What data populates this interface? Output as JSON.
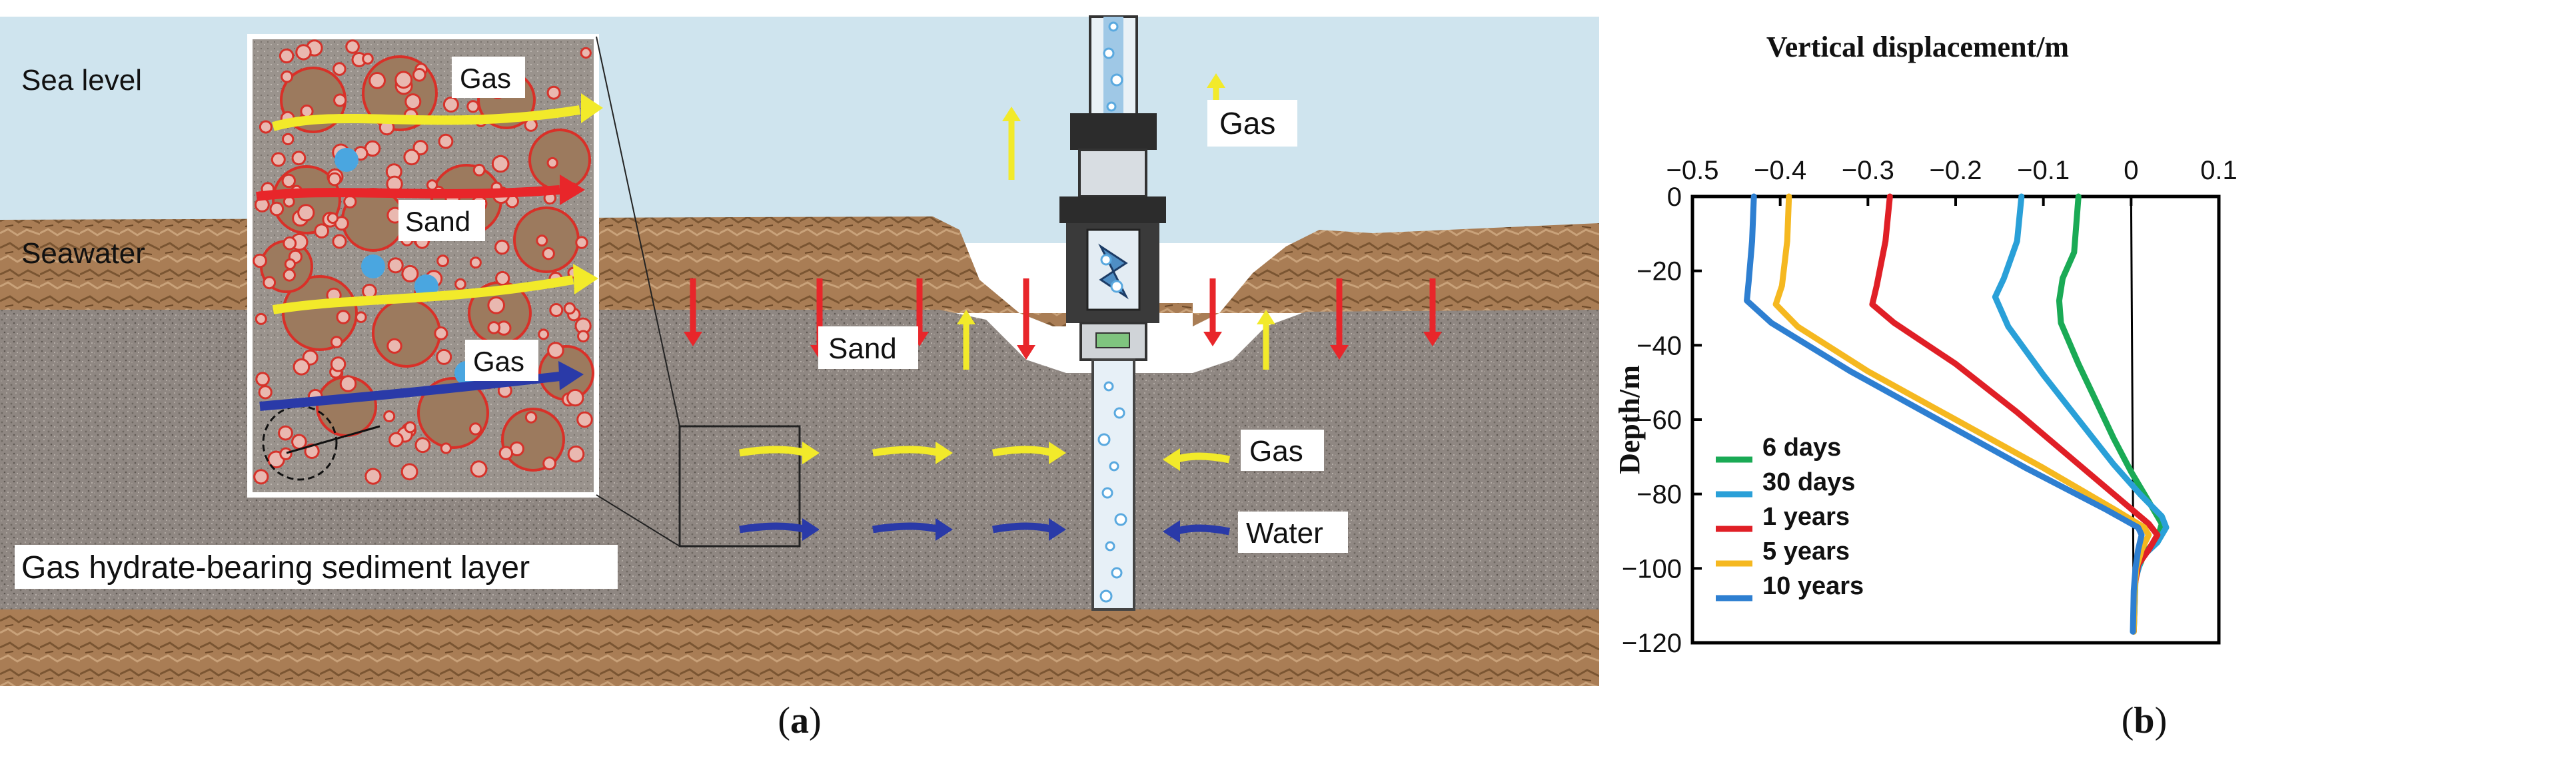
{
  "panel_a": {
    "caption_open": "(",
    "caption_letter": "a",
    "caption_close": ")",
    "labels": {
      "sea_level": "Sea level",
      "seawater": "Seawater",
      "hydrate_layer": "Gas hydrate-bearing sediment layer",
      "sand_main": "Sand",
      "gas_top": "Gas",
      "gas_side": "Gas",
      "water_side": "Water",
      "inset_gas_top": "Gas",
      "inset_sand": "Sand",
      "inset_gas_bottom": "Gas"
    },
    "colors": {
      "sky": "#cfe4ee",
      "sediment": "#8f8782",
      "seabed": "#a97d55",
      "gas_arrow": "#f2ea2a",
      "sand_arrow": "#e8262a",
      "water_arrow": "#2a3aa8",
      "bubble": "#5aa9df"
    }
  },
  "panel_b": {
    "caption_open": "(",
    "caption_letter": "b",
    "caption_close": ")"
  },
  "chart_data": {
    "type": "line",
    "xlabel": "Vertical displacement/m",
    "ylabel": "Depth/m",
    "xlim": [
      -0.5,
      0.1
    ],
    "ylim": [
      -120,
      0
    ],
    "x_ticks": [
      -0.5,
      -0.4,
      -0.3,
      -0.2,
      -0.1,
      0,
      0.1
    ],
    "x_tick_labels": [
      "−0.5",
      "−0.4",
      "−0.3",
      "−0.2",
      "−0.1",
      "0",
      "0.1"
    ],
    "y_ticks": [
      0,
      -20,
      -40,
      -60,
      -80,
      -100,
      -120
    ],
    "y_tick_labels": [
      "0",
      "−20",
      "−40",
      "−60",
      "−80",
      "−100",
      "−120"
    ],
    "x_axis_position": "top",
    "grid": false,
    "legend_position": "bottom-left",
    "reference_line": {
      "x": 0
    },
    "series": [
      {
        "name": "6 days",
        "color": "#1aaa55",
        "points": [
          [
            -0.06,
            0
          ],
          [
            -0.065,
            -15
          ],
          [
            -0.078,
            -22
          ],
          [
            -0.082,
            -28
          ],
          [
            -0.08,
            -34
          ],
          [
            -0.06,
            -45
          ],
          [
            -0.04,
            -55
          ],
          [
            -0.02,
            -65
          ],
          [
            0.0,
            -74
          ],
          [
            0.02,
            -82
          ],
          [
            0.035,
            -88
          ],
          [
            0.03,
            -92
          ],
          [
            0.015,
            -96
          ],
          [
            0.005,
            -102
          ],
          [
            0.003,
            -117
          ]
        ]
      },
      {
        "name": "30 days",
        "color": "#2aa0d8",
        "points": [
          [
            -0.125,
            0
          ],
          [
            -0.13,
            -12
          ],
          [
            -0.145,
            -22
          ],
          [
            -0.155,
            -27
          ],
          [
            -0.14,
            -35
          ],
          [
            -0.1,
            -48
          ],
          [
            -0.06,
            -60
          ],
          [
            -0.02,
            -72
          ],
          [
            0.01,
            -80
          ],
          [
            0.035,
            -86
          ],
          [
            0.04,
            -89
          ],
          [
            0.03,
            -93
          ],
          [
            0.012,
            -97
          ],
          [
            0.005,
            -103
          ],
          [
            0.003,
            -117
          ]
        ]
      },
      {
        "name": "1 years",
        "color": "#e01f26",
        "points": [
          [
            -0.275,
            0
          ],
          [
            -0.28,
            -12
          ],
          [
            -0.29,
            -24
          ],
          [
            -0.295,
            -29
          ],
          [
            -0.27,
            -34
          ],
          [
            -0.2,
            -45
          ],
          [
            -0.13,
            -58
          ],
          [
            -0.06,
            -72
          ],
          [
            -0.01,
            -82
          ],
          [
            0.02,
            -88
          ],
          [
            0.03,
            -91
          ],
          [
            0.02,
            -95
          ],
          [
            0.008,
            -99
          ],
          [
            0.004,
            -105
          ],
          [
            0.003,
            -117
          ]
        ]
      },
      {
        "name": "5 years",
        "color": "#f5b820",
        "points": [
          [
            -0.39,
            0
          ],
          [
            -0.392,
            -12
          ],
          [
            -0.398,
            -24
          ],
          [
            -0.405,
            -29
          ],
          [
            -0.38,
            -35
          ],
          [
            -0.3,
            -47
          ],
          [
            -0.2,
            -60
          ],
          [
            -0.1,
            -73
          ],
          [
            -0.02,
            -84
          ],
          [
            0.015,
            -89
          ],
          [
            0.02,
            -91
          ],
          [
            0.012,
            -95
          ],
          [
            0.006,
            -100
          ],
          [
            0.004,
            -106
          ],
          [
            0.003,
            -117
          ]
        ]
      },
      {
        "name": "10 years",
        "color": "#2e7fd1",
        "points": [
          [
            -0.43,
            0
          ],
          [
            -0.432,
            -12
          ],
          [
            -0.436,
            -23
          ],
          [
            -0.438,
            -28
          ],
          [
            -0.41,
            -34
          ],
          [
            -0.32,
            -47
          ],
          [
            -0.22,
            -60
          ],
          [
            -0.12,
            -73
          ],
          [
            -0.03,
            -84
          ],
          [
            0.008,
            -89
          ],
          [
            0.012,
            -91
          ],
          [
            0.008,
            -95
          ],
          [
            0.005,
            -100
          ],
          [
            0.003,
            -106
          ],
          [
            0.002,
            -117
          ]
        ]
      }
    ]
  }
}
